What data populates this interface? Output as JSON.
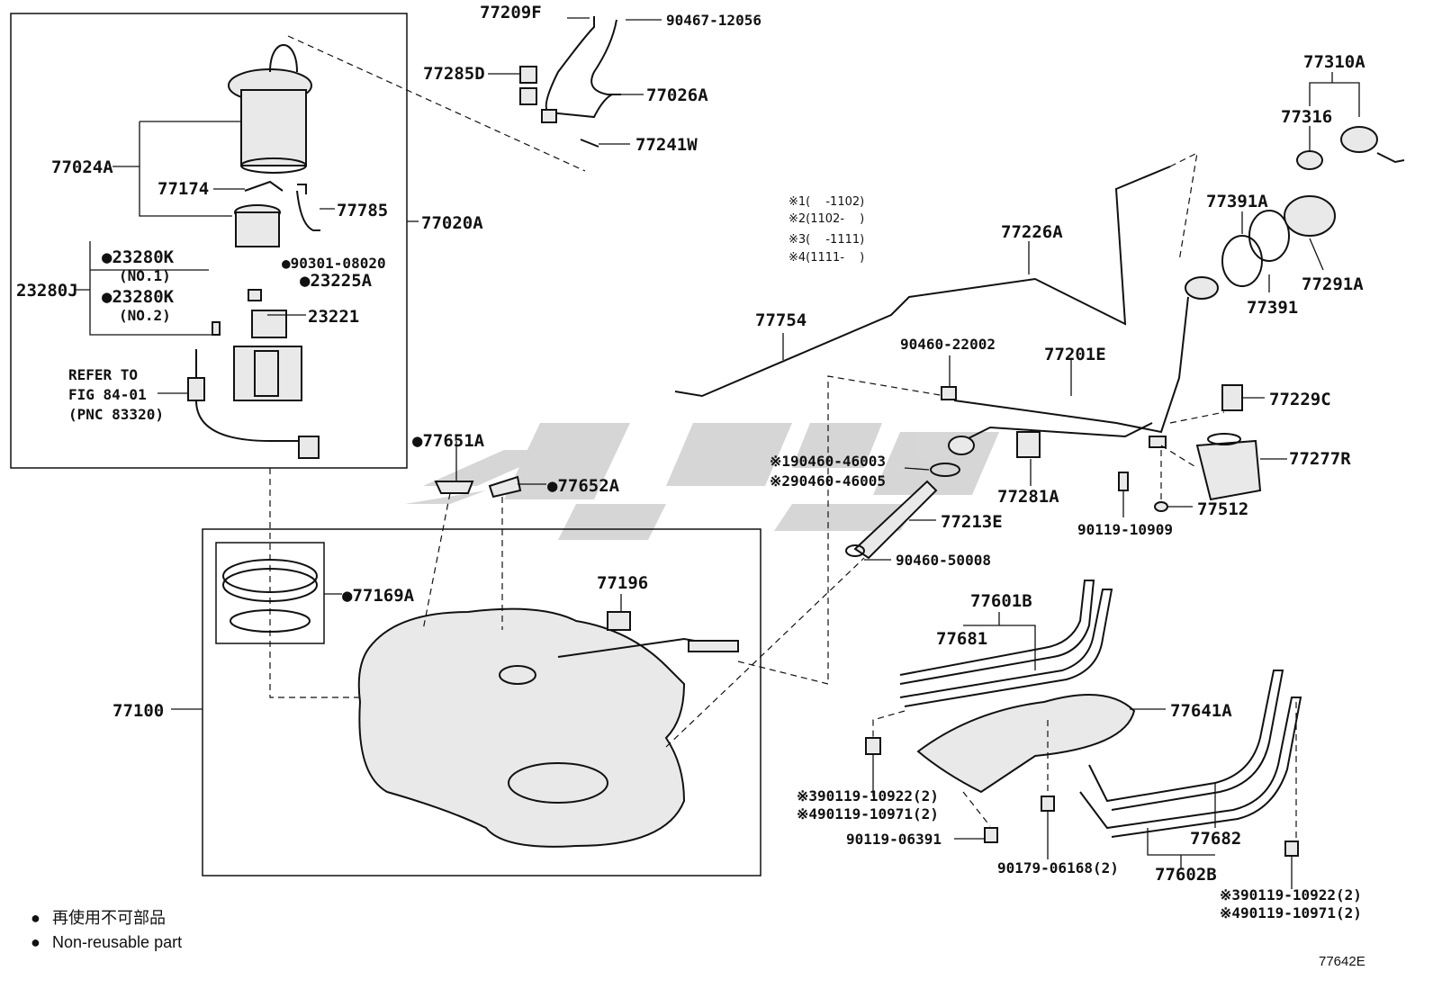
{
  "diagram": {
    "figure_number": "77642E",
    "legend": {
      "bullet": "●",
      "items": [
        {
          "text": "再使用不可部品"
        },
        {
          "text": "Non-reusable part"
        }
      ]
    },
    "notes": [
      {
        "text": "※1(　 -1102)"
      },
      {
        "text": "※2(1102-　 )"
      },
      {
        "text": "※3(　 -1111)"
      },
      {
        "text": "※4(1111-　 )"
      }
    ],
    "labels": {
      "p77209F": "77209F",
      "p90467_12056": "90467-12056",
      "p77285D": "77285D",
      "p77026A": "77026A",
      "p77241W": "77241W",
      "p77024A": "77024A",
      "p77174": "77174",
      "p77785": "77785",
      "p77020A": "77020A",
      "p23280K1": "●23280K",
      "p23280K1sub": "(NO.1)",
      "p90301_08020": "●90301-08020",
      "p23280J": "23280J",
      "p23280K2": "●23280K",
      "p23280K2sub": "(NO.2)",
      "p23225A": "●23225A",
      "p23221": "23221",
      "refer1": "REFER TO",
      "refer2": "FIG 84-01",
      "refer3": "(PNC 83320)",
      "p77651A": "●77651A",
      "p77652A": "●77652A",
      "p77169A": "●77169A",
      "p77196": "77196",
      "p77100": "77100",
      "p77310A": "77310A",
      "p77316": "77316",
      "p77391A": "77391A",
      "p77291A": "77291A",
      "p77391": "77391",
      "p77226A": "77226A",
      "p77754": "77754",
      "p90460_22002": "90460-22002",
      "p77201E": "77201E",
      "p77229C": "77229C",
      "p77277R": "77277R",
      "p90460_46003": "※190460-46003",
      "p90460_46005": "※290460-46005",
      "p77281A": "77281A",
      "p77213E": "77213E",
      "p90119_10909": "90119-10909",
      "p77512": "77512",
      "p90460_50008": "90460-50008",
      "p77601B": "77601B",
      "p77681": "77681",
      "p77641A": "77641A",
      "p90119_10922a": "※390119-10922(2)",
      "p90119_10971a": "※490119-10971(2)",
      "p90119_06391": "90119-06391",
      "p90179_06168": "90179-06168(2)",
      "p77682": "77682",
      "p77602B": "77602B",
      "p90119_10922b": "※390119-10922(2)",
      "p90119_10971b": "※490119-10971(2)"
    }
  }
}
